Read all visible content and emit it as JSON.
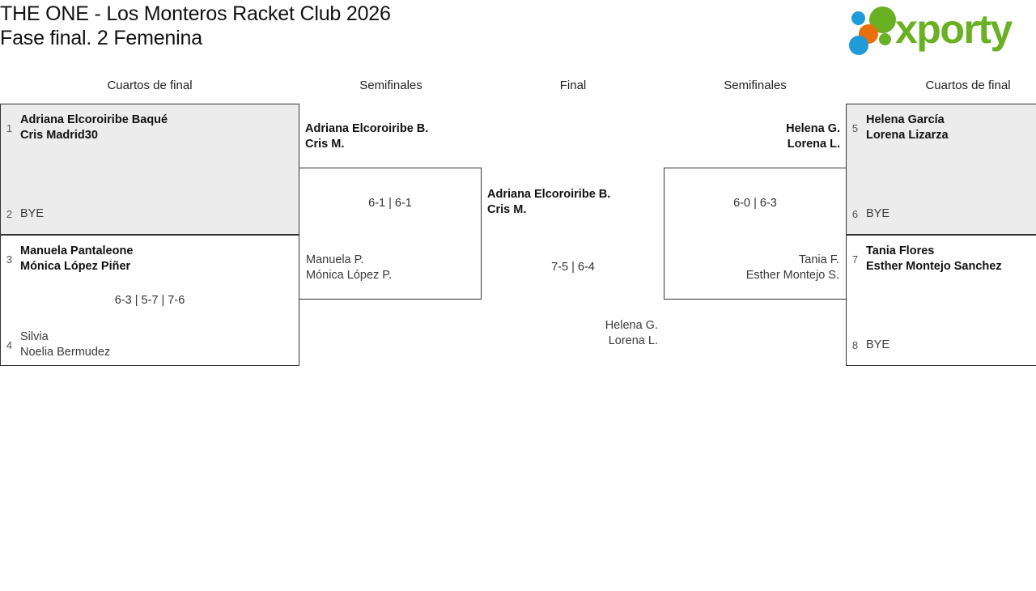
{
  "header": {
    "title_line1": "THE ONE - Los Monteros Racket Club 2026",
    "title_line2": "Fase final. 2 Femenina"
  },
  "logo": {
    "wordmark": "xporty",
    "colors": {
      "green": "#6ab023",
      "blue": "#1f9cd8",
      "orange": "#e8700a"
    },
    "dots": [
      {
        "name": "logo-dot-blue-small",
        "color": "#1f9cd8"
      },
      {
        "name": "logo-dot-green-large",
        "color": "#6ab023"
      },
      {
        "name": "logo-dot-orange",
        "color": "#e8700a"
      },
      {
        "name": "logo-dot-green-small",
        "color": "#6ab023"
      },
      {
        "name": "logo-dot-blue-large",
        "color": "#1f9cd8"
      }
    ]
  },
  "round_headers": {
    "qf_left": "Cuartos de final",
    "sf_left": "Semifinales",
    "final": "Final",
    "sf_right": "Semifinales",
    "qf_right": "Cuartos de final"
  },
  "bracket": {
    "qf_left": [
      {
        "score": "",
        "top": {
          "seed": "1",
          "line1": "Adriana Elcoroiribe Baqué",
          "line2": "Cris Madrid30",
          "winner": true
        },
        "bottom": {
          "seed": "2",
          "line1": "BYE",
          "line2": "",
          "winner": false
        }
      },
      {
        "score": "6-3 | 5-7 | 7-6",
        "top": {
          "seed": "3",
          "line1": "Manuela Pantaleone",
          "line2": "Mónica López Piñer",
          "winner": true
        },
        "bottom": {
          "seed": "4",
          "line1": "Silvia",
          "line2": "Noelia Bermudez",
          "winner": false
        }
      }
    ],
    "sf_left": {
      "score": "6-1 | 6-1",
      "top": {
        "line1": "Adriana Elcoroiribe B.",
        "line2": "Cris M.",
        "winner": true
      },
      "bottom": {
        "line1": "Manuela P.",
        "line2": "Mónica López P.",
        "winner": false
      }
    },
    "final": {
      "score": "7-5 | 6-4",
      "left": {
        "line1": "Adriana Elcoroiribe B.",
        "line2": "Cris M.",
        "winner": true
      },
      "right": {
        "line1": "Helena G.",
        "line2": "Lorena L.",
        "winner": false
      }
    },
    "sf_right": {
      "score": "6-0 | 6-3",
      "top": {
        "line1": "Helena G.",
        "line2": "Lorena L.",
        "winner": true
      },
      "bottom": {
        "line1": "Tania F.",
        "line2": "Esther Montejo S.",
        "winner": false
      }
    },
    "qf_right": [
      {
        "score": "",
        "top": {
          "seed": "5",
          "line1": "Helena García",
          "line2": "Lorena Lizarza",
          "winner": true
        },
        "bottom": {
          "seed": "6",
          "line1": "BYE",
          "line2": "",
          "winner": false
        }
      },
      {
        "score": "",
        "top": {
          "seed": "7",
          "line1": "Tania Flores",
          "line2": "Esther Montejo Sanchez",
          "winner": true
        },
        "bottom": {
          "seed": "8",
          "line1": "BYE",
          "line2": "",
          "winner": false
        }
      }
    ]
  }
}
